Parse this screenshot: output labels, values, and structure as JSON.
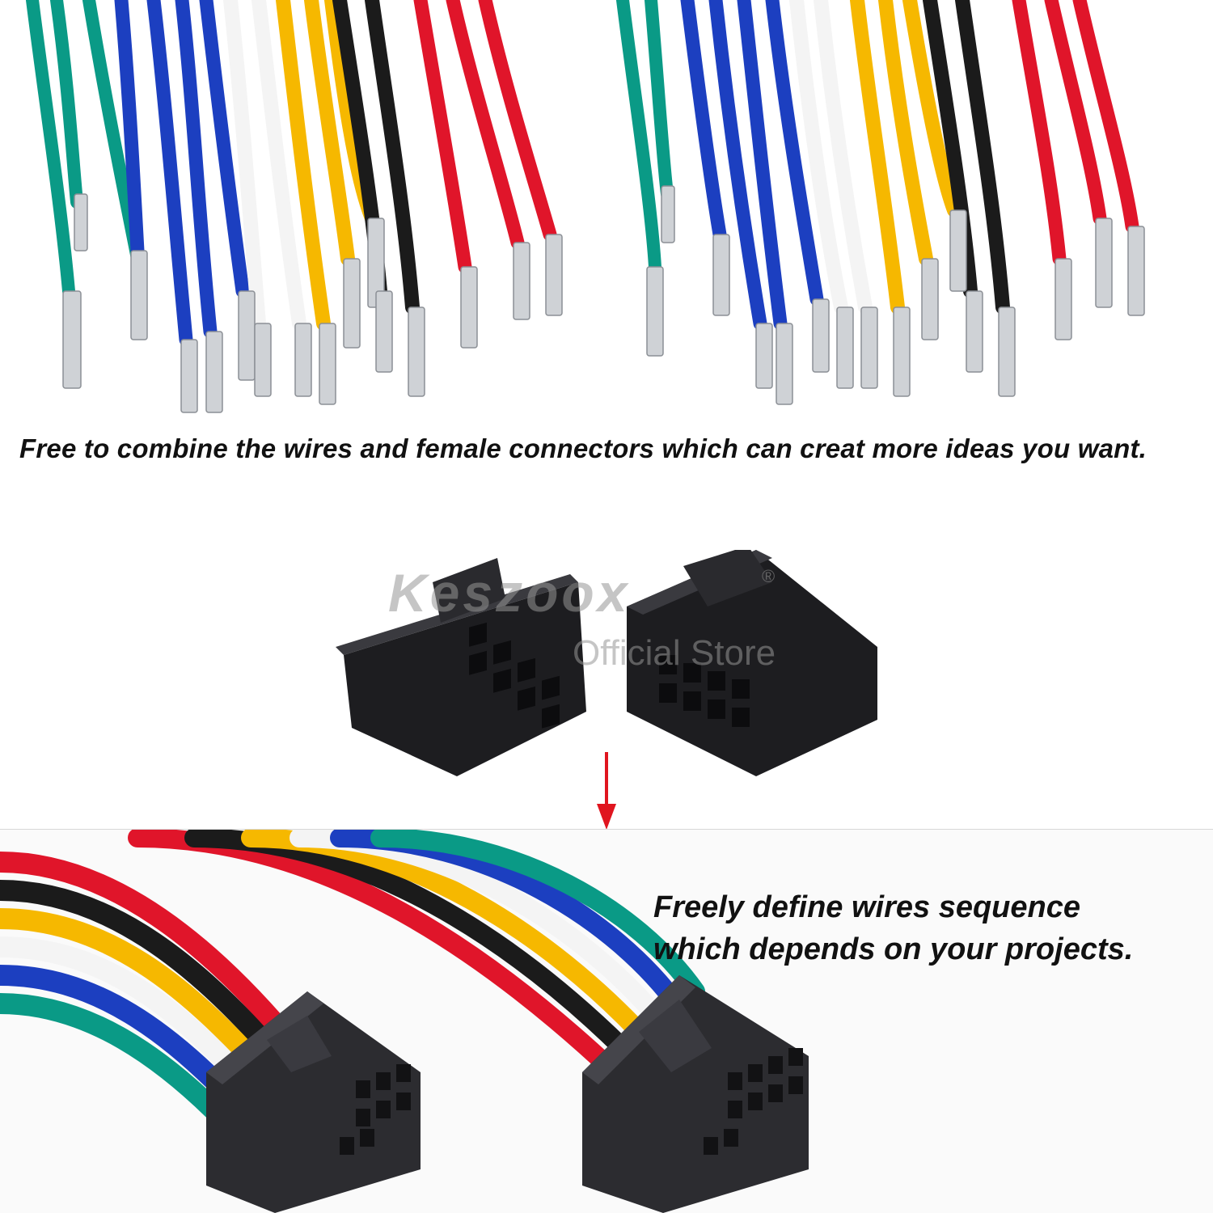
{
  "captions": {
    "top": "Free to combine the wires and female connectors  which can creat more ideas you want.",
    "bottom_line1": "Freely define wires sequence",
    "bottom_line2": "which depends on your projects."
  },
  "watermark": {
    "brand": "Keszoox",
    "registered": "®",
    "subtitle": "Official Store"
  },
  "colors": {
    "wire_green": "#0a9a86",
    "wire_blue": "#1c3fc0",
    "wire_white": "#f4f4f4",
    "wire_yellow": "#f6b800",
    "wire_black": "#1b1b1b",
    "wire_red": "#e0152a",
    "connector": "#2a2a2e",
    "arrow": "#e0151f"
  },
  "icons": {
    "arrow": "down-arrow-icon"
  }
}
